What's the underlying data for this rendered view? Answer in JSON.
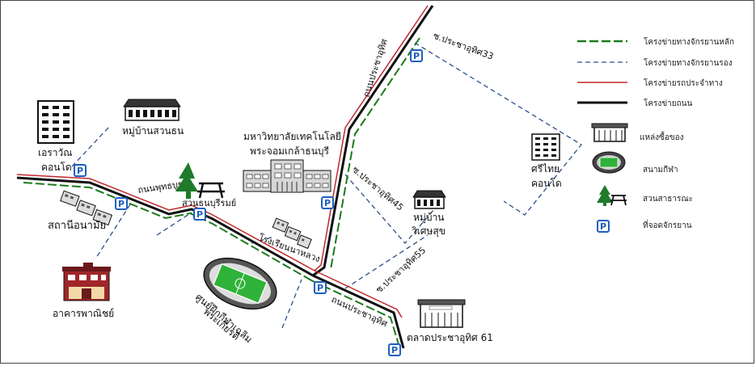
{
  "title": "",
  "legend": {
    "main_bike": "โครงข่ายทางจักรยานหลัก",
    "sub_bike": "โครงข่ายทางจักรยานรอง",
    "bus": "โครงข่ายรถประจำทาง",
    "road": "โครงข่ายถนน",
    "shopping": "แหล่งซื้อของ",
    "stadium": "สนามกีฬา",
    "park": "สวนสาธารณะ",
    "bike_parking": "ที่จอดจักรยาน"
  },
  "roads": {
    "puttabucha": "ถนนพุทธบูชา",
    "prachauthit_north": "ถนนประชาอุทิศ",
    "prachauthit_south": "ถนนประชาอุทิศ",
    "soi33": "ซ.ประชาอุทิศ33",
    "soi45": "ซ.ประชาอุทิศ45",
    "soi55": "ซ.ประชาอุทิศ55"
  },
  "places": {
    "erawan_line1": "เอราวัณ",
    "erawan_line2": "คอนโด",
    "suanthon": "หมู่บ้านสวนธน",
    "kmutt_line1": "มหาวิทยาลัยเทคโนโลยี",
    "kmutt_line2": "พระจอมเกล้าธนบุรี",
    "park": "สวนธนบุรีรมย์",
    "health_station": "สถานีอนามัย",
    "commercial": "อาคารพาณิชย์",
    "school": "โรงเรียนนาหลวง",
    "sport_line1": "ศูนย์ฝึกกีฬาเฉลิม",
    "sport_line2": "พระเกียรติ",
    "village_line1": "หมู่บ้าน",
    "village_line2": "วิเศษสุข",
    "srithai_line1": "ศรีไทย",
    "srithai_line2": "คอนโด",
    "market": "ตลาดประชาอุทิศ 61"
  },
  "parking_glyph": "P",
  "colors": {
    "main_bike": "#1a7a1a",
    "sub_bike": "#2c4f8c",
    "bus": "#c0282d",
    "road": "#111111",
    "parking": "#1f5fbf",
    "tree": "#1f7a2a"
  }
}
